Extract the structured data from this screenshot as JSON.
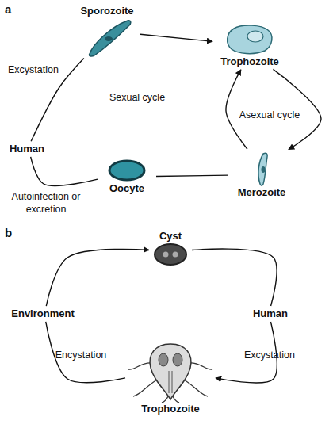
{
  "diagram": {
    "nodes": [
      {
        "text": [
          "Sporozoite"
        ]
      },
      {
        "text": [
          "Trophozoite"
        ]
      },
      {
        "text": [
          "Human"
        ]
      },
      {
        "text": [
          "Oocyte"
        ]
      },
      {
        "text": [
          "Merozoite"
        ]
      },
      {
        "text": [
          "Cyst"
        ]
      },
      {
        "text": [
          "Environment"
        ]
      },
      {
        "text": [
          "Human"
        ]
      },
      {
        "text": [
          "Trophozoite"
        ]
      }
    ],
    "edges": [
      {
        "from": 2,
        "to": 0,
        "label": "Excystation",
        "arrow": "none"
      },
      {
        "from": 0,
        "to": 1,
        "arrow": "to"
      },
      {
        "from": 1,
        "to": 4,
        "arrow": "to"
      },
      {
        "from": 4,
        "to": 1,
        "arrow": "to"
      },
      {
        "from": 4,
        "to": 3,
        "arrow": "none"
      },
      {
        "from": 3,
        "to": 2,
        "label": "Autoinfection or excretion",
        "arrow": "none"
      },
      {
        "from": 6,
        "to": 5,
        "arrow": "to"
      },
      {
        "from": 5,
        "to": 7,
        "arrow": "none"
      },
      {
        "from": 7,
        "to": 8,
        "label": "Excystation",
        "arrow": "to"
      },
      {
        "from": 8,
        "to": 6,
        "label": "Encystation",
        "arrow": "none"
      }
    ],
    "labels": [
      "a",
      "Sexual cycle",
      "Asexual cycle",
      "b"
    ]
  }
}
